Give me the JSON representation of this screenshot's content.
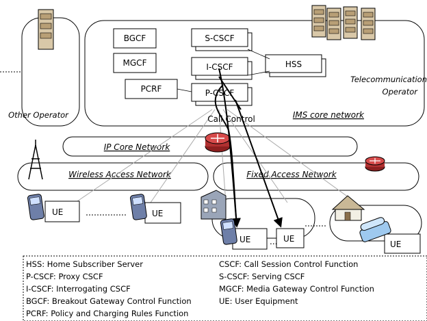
{
  "nodes": {
    "bgcf": "BGCF",
    "mgcf": "MGCF",
    "pcrf": "PCRF",
    "scscf": "S-CSCF",
    "icscf": "I-CSCF",
    "pcscf": "P-CSCF",
    "hss": "HSS"
  },
  "labels": {
    "telecom_line1": "Telecommunication",
    "telecom_line2": "Operator",
    "ims_core": "IMS core network",
    "other_operator": "Other Operator",
    "call_control": "Call Control",
    "ip_core": "IP Core Network",
    "wireless_access": "Wireless Access Network",
    "fixed_access": "Fixed Access Network",
    "ellipsis_ue": "...",
    "ue_1": "UE",
    "ue_2": "UE",
    "ue_3": "UE",
    "ue_4": "UE",
    "ue_5": "UE"
  },
  "legend": {
    "left": [
      "HSS: Home Subscriber Server",
      "P-CSCF: Proxy CSCF",
      "I-CSCF: Interrogating CSCF",
      "BGCF: Breakout Gateway Control Function",
      "PCRF: Policy and Charging Rules Function"
    ],
    "right": [
      "CSCF: Call Session Control Function",
      "S-CSCF: Serving CSCF",
      "MGCF: Media Gateway Control Function",
      "UE: User Equipment"
    ]
  }
}
